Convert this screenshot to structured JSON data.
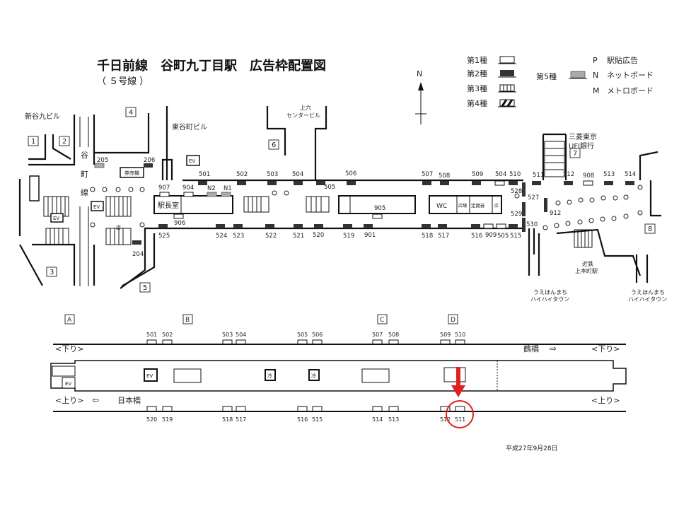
{
  "title": "千日前線　谷町九丁目駅　広告枠配置図",
  "subtitle": "（ ５号線 ）",
  "compass": {
    "label": "N"
  },
  "legend": {
    "types": [
      "第1種",
      "第2種",
      "第3種",
      "第4種",
      "第5種"
    ],
    "codes": [
      {
        "letter": "P",
        "label": "駅貼広告"
      },
      {
        "letter": "N",
        "label": "ネットボード"
      },
      {
        "letter": "M",
        "label": "メトロボード"
      }
    ]
  },
  "upper_map": {
    "exits": [
      "1",
      "2",
      "3",
      "4",
      "5",
      "6",
      "7",
      "8"
    ],
    "buildings": {
      "shintani": "新谷九ビル",
      "higashi": "東谷町ビル",
      "ueroku_1": "上六",
      "ueroku_2": "センタービル",
      "ufj_1": "三菱東京",
      "ufj_2": "UFJ銀行",
      "kintetsu_1": "近鉄",
      "kintetsu_2": "上本町駅",
      "hihai_1": "うえほんまち",
      "hihai_2": "ハイハイタウン"
    },
    "line_name": [
      "谷",
      "町",
      "線"
    ],
    "rooms": {
      "station_master": "駅長室",
      "wc": "WC",
      "ev": "EV",
      "ticket": "券売機",
      "shop": "店",
      "store": "店舗",
      "pass": "定期券"
    },
    "top_ads": [
      "205",
      "206",
      "501",
      "502",
      "503",
      "504",
      "505",
      "506",
      "507",
      "508",
      "509",
      "504",
      "510",
      "511",
      "512",
      "908",
      "513",
      "514"
    ],
    "mid_ads": [
      "907",
      "904",
      "N2",
      "N1",
      "906",
      "905",
      "528",
      "527",
      "529",
      "530",
      "912"
    ],
    "bottom_ads": [
      "204",
      "525",
      "524",
      "523",
      "522",
      "521",
      "520",
      "519",
      "901",
      "518",
      "517",
      "516",
      "909",
      "505",
      "515"
    ]
  },
  "lower_map": {
    "sections": [
      "A",
      "B",
      "C",
      "D"
    ],
    "top_ads": [
      "501",
      "502",
      "503",
      "504",
      "505",
      "506",
      "507",
      "508",
      "509",
      "510"
    ],
    "bottom_ads": [
      "520",
      "519",
      "518",
      "517",
      "516",
      "515",
      "514",
      "513",
      "512",
      "511"
    ],
    "down_label": "<下り>",
    "up_label": "<上り>",
    "tsuruhashi": "鶴橋",
    "nihonbashi": "日本橋",
    "ev": "EV",
    "cool": "冷",
    "highlight": {
      "ad": "511",
      "color": "#e02020"
    }
  },
  "date": "平成27年9月28日"
}
